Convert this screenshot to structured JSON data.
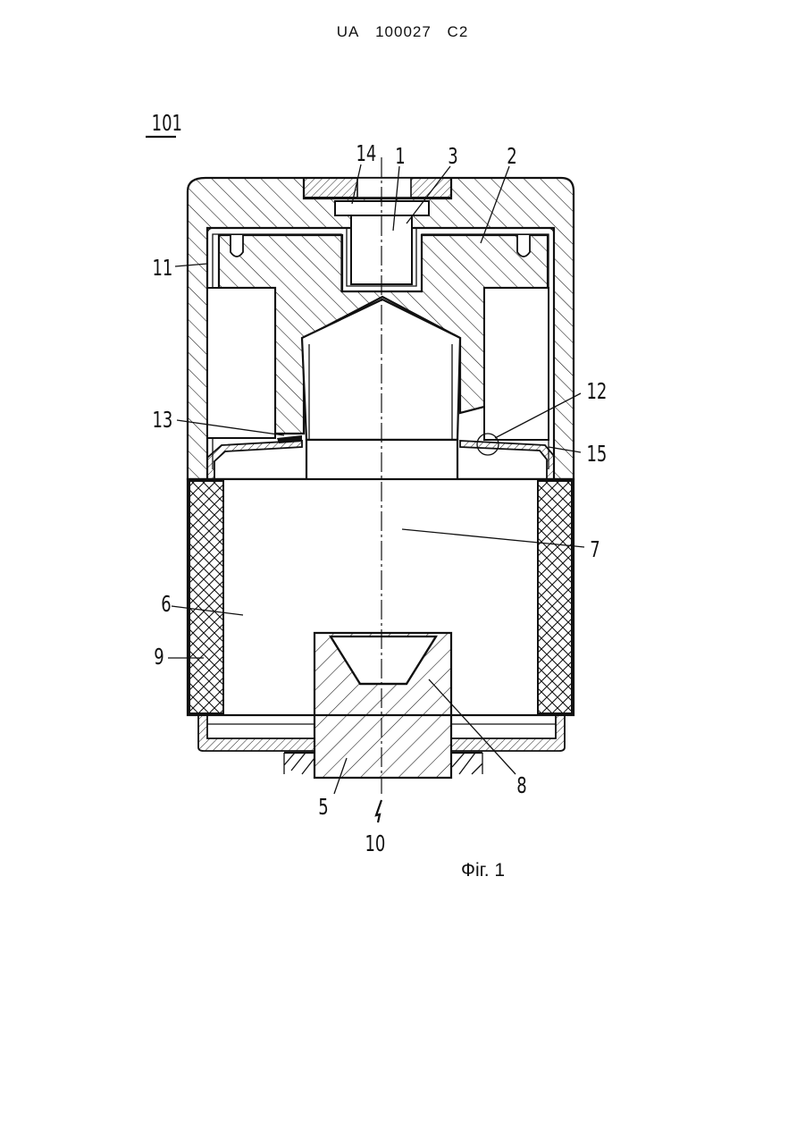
{
  "header": {
    "country": "UA",
    "number": "100027",
    "kind": "C2"
  },
  "figure": {
    "assembly_label": "101",
    "caption": "Фіг. 1",
    "labels": {
      "l1": "1",
      "l2": "2",
      "l3": "3",
      "l5": "5",
      "l6": "6",
      "l7": "7",
      "l8": "8",
      "l9": "9",
      "l10": "10",
      "l11": "11",
      "l12": "12",
      "l13": "13",
      "l14": "14",
      "l15": "15"
    }
  },
  "colors": {
    "ink": "#111111",
    "paper": "#ffffff"
  }
}
